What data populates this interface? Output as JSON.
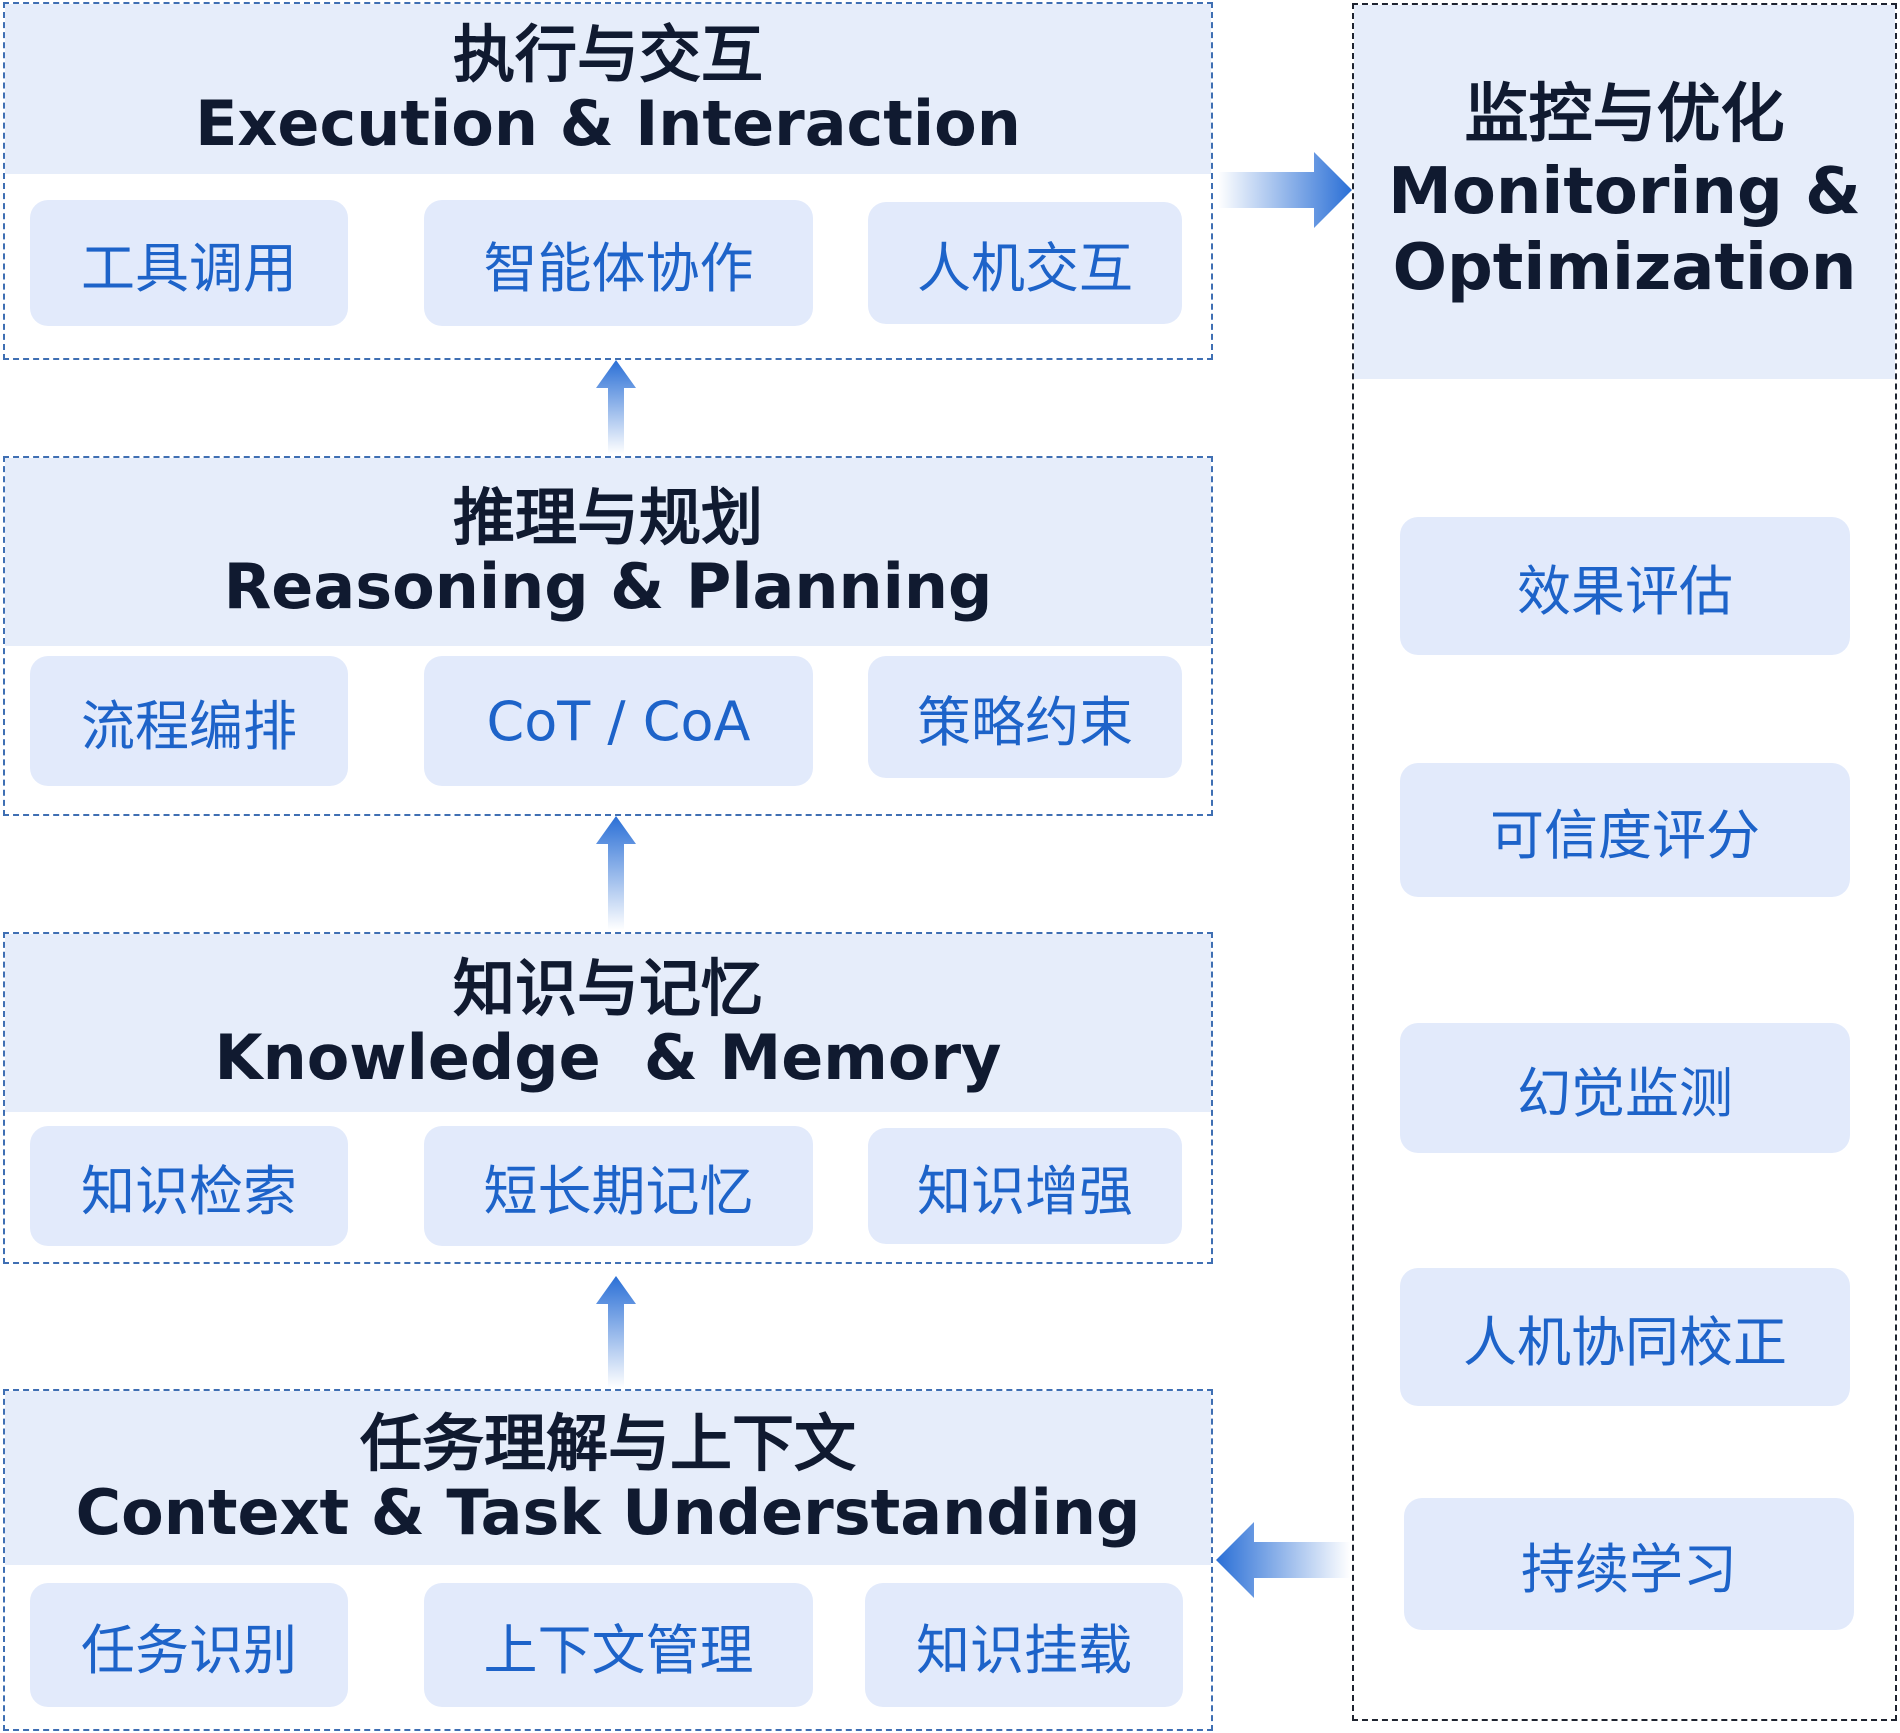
{
  "colors": {
    "header_bg": "#e6edfa",
    "chip_bg": "#e2eafb",
    "chip_text": "#1d63c9",
    "title_text": "#101a30",
    "arrow": "#2a6fd6",
    "border_blue": "#3f6fb3",
    "border_dark": "#1f2430"
  },
  "layers": [
    {
      "title_zh": "执行与交互",
      "title_en": "Execution & Interaction",
      "items": [
        "工具调用",
        "智能体协作",
        "人机交互"
      ]
    },
    {
      "title_zh": "推理与规划",
      "title_en": "Reasoning & Planning",
      "items": [
        "流程编排",
        "CoT / CoA",
        "策略约束"
      ]
    },
    {
      "title_zh": "知识与记忆",
      "title_en": "Knowledge  & Memory",
      "items": [
        "知识检索",
        "短长期记忆",
        "知识增强"
      ]
    },
    {
      "title_zh": "任务理解与上下文",
      "title_en": "Context & Task Understanding",
      "items": [
        "任务识别",
        "上下文管理",
        "知识挂载"
      ]
    }
  ],
  "monitor": {
    "title_zh": "监控与优化",
    "title_en_line1": "Monitoring &",
    "title_en_line2": "Optimization",
    "items": [
      "效果评估",
      "可信度评分",
      "幻觉监测",
      "人机协同校正",
      "持续学习"
    ]
  },
  "arrows": [
    {
      "from": "layers.3",
      "to": "layers.2",
      "icon": "arrow-up-icon"
    },
    {
      "from": "layers.2",
      "to": "layers.1",
      "icon": "arrow-up-icon"
    },
    {
      "from": "layers.1",
      "to": "layers.0",
      "icon": "arrow-up-icon"
    },
    {
      "from": "layers.0",
      "to": "monitor",
      "icon": "arrow-right-icon"
    },
    {
      "from": "monitor",
      "to": "layers.3",
      "icon": "arrow-left-icon"
    }
  ]
}
